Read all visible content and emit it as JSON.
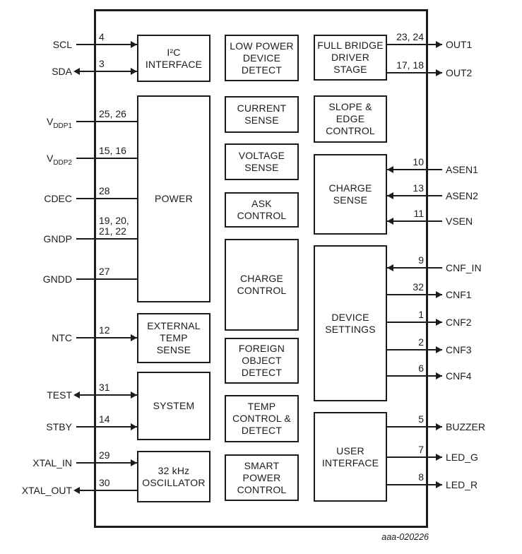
{
  "figure_label": "aaa-020226",
  "blocks": [
    {
      "id": "i2c-interface",
      "label": "I²C\nINTERFACE"
    },
    {
      "id": "power",
      "label": "POWER"
    },
    {
      "id": "external-temp-sense",
      "label": "EXTERNAL\nTEMP\nSENSE"
    },
    {
      "id": "system",
      "label": "SYSTEM"
    },
    {
      "id": "oscillator",
      "label": "32 kHz\nOSCILLATOR"
    },
    {
      "id": "low-power-device-detect",
      "label": "LOW POWER\nDEVICE\nDETECT"
    },
    {
      "id": "current-sense",
      "label": "CURRENT\nSENSE"
    },
    {
      "id": "voltage-sense",
      "label": "VOLTAGE\nSENSE"
    },
    {
      "id": "ask-control",
      "label": "ASK\nCONTROL"
    },
    {
      "id": "charge-control",
      "label": "CHARGE\nCONTROL"
    },
    {
      "id": "foreign-object-detect",
      "label": "FOREIGN\nOBJECT\nDETECT"
    },
    {
      "id": "temp-control-detect",
      "label": "TEMP\nCONTROL &\nDETECT"
    },
    {
      "id": "smart-power-control",
      "label": "SMART\nPOWER\nCONTROL"
    },
    {
      "id": "full-bridge-driver-stage",
      "label": "FULL BRIDGE\nDRIVER\nSTAGE"
    },
    {
      "id": "slope-edge-control",
      "label": "SLOPE &\nEDGE\nCONTROL"
    },
    {
      "id": "charge-sense",
      "label": "CHARGE\nSENSE"
    },
    {
      "id": "device-settings",
      "label": "DEVICE\nSETTINGS"
    },
    {
      "id": "user-interface",
      "label": "USER\nINTERFACE"
    }
  ],
  "pins_left": [
    {
      "name": "SCL",
      "name_sub": "",
      "numbers": "4",
      "direction": "input",
      "connects_to": "I²C INTERFACE"
    },
    {
      "name": "SDA",
      "name_sub": "",
      "numbers": "3",
      "direction": "bidirectional",
      "connects_to": "I²C INTERFACE"
    },
    {
      "name": "V",
      "name_sub": "DDP1",
      "numbers": "25, 26",
      "direction": "supply",
      "connects_to": "POWER"
    },
    {
      "name": "V",
      "name_sub": "DDP2",
      "numbers": "15, 16",
      "direction": "supply",
      "connects_to": "POWER"
    },
    {
      "name": "CDEC",
      "name_sub": "",
      "numbers": "28",
      "direction": "supply",
      "connects_to": "POWER"
    },
    {
      "name": "GNDP",
      "name_sub": "",
      "numbers": "19, 20,\n21, 22",
      "direction": "supply",
      "connects_to": "POWER"
    },
    {
      "name": "GNDD",
      "name_sub": "",
      "numbers": "27",
      "direction": "supply",
      "connects_to": "POWER"
    },
    {
      "name": "NTC",
      "name_sub": "",
      "numbers": "12",
      "direction": "input",
      "connects_to": "EXTERNAL TEMP SENSE"
    },
    {
      "name": "TEST",
      "name_sub": "",
      "numbers": "31",
      "direction": "bidirectional",
      "connects_to": "SYSTEM"
    },
    {
      "name": "STBY",
      "name_sub": "",
      "numbers": "14",
      "direction": "input",
      "connects_to": "SYSTEM"
    },
    {
      "name": "XTAL_IN",
      "name_sub": "",
      "numbers": "29",
      "direction": "input",
      "connects_to": "32 kHz OSCILLATOR"
    },
    {
      "name": "XTAL_OUT",
      "name_sub": "",
      "numbers": "30",
      "direction": "output",
      "connects_to": "32 kHz OSCILLATOR"
    }
  ],
  "pins_right": [
    {
      "name": "OUT1",
      "numbers": "23, 24",
      "direction": "output",
      "connects_to": "FULL BRIDGE DRIVER STAGE"
    },
    {
      "name": "OUT2",
      "numbers": "17, 18",
      "direction": "output",
      "connects_to": "FULL BRIDGE DRIVER STAGE"
    },
    {
      "name": "ASEN1",
      "numbers": "10",
      "direction": "input",
      "connects_to": "CHARGE SENSE"
    },
    {
      "name": "ASEN2",
      "numbers": "13",
      "direction": "input",
      "connects_to": "CHARGE SENSE"
    },
    {
      "name": "VSEN",
      "numbers": "11",
      "direction": "input",
      "connects_to": "CHARGE SENSE"
    },
    {
      "name": "CNF_IN",
      "numbers": "9",
      "direction": "input",
      "connects_to": "DEVICE SETTINGS"
    },
    {
      "name": "CNF1",
      "numbers": "32",
      "direction": "output",
      "connects_to": "DEVICE SETTINGS"
    },
    {
      "name": "CNF2",
      "numbers": "1",
      "direction": "output",
      "connects_to": "DEVICE SETTINGS"
    },
    {
      "name": "CNF3",
      "numbers": "2",
      "direction": "output",
      "connects_to": "DEVICE SETTINGS"
    },
    {
      "name": "CNF4",
      "numbers": "6",
      "direction": "output",
      "connects_to": "DEVICE SETTINGS"
    },
    {
      "name": "BUZZER",
      "numbers": "5",
      "direction": "output",
      "connects_to": "USER INTERFACE"
    },
    {
      "name": "LED_G",
      "numbers": "7",
      "direction": "output",
      "connects_to": "USER INTERFACE"
    },
    {
      "name": "LED_R",
      "numbers": "8",
      "direction": "output",
      "connects_to": "USER INTERFACE"
    }
  ],
  "colors": {
    "line": "#1c1c1c",
    "background": "#ffffff"
  }
}
